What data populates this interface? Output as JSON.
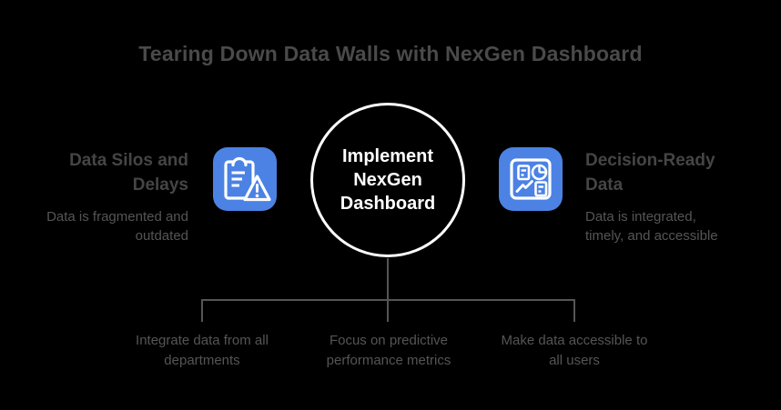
{
  "title": "Tearing Down Data Walls with NexGen Dashboard",
  "problem": {
    "heading": "Data Silos and Delays",
    "description": "Data is fragmented and outdated",
    "icon": "clipboard-alert-icon"
  },
  "solution": {
    "label": "Implement NexGen Dashboard"
  },
  "outcome": {
    "heading": "Decision-Ready Data",
    "description": "Data is integrated, timely, and accessible",
    "icon": "dashboard-report-icon"
  },
  "actions": [
    {
      "label": "Integrate data from all departments"
    },
    {
      "label": "Focus on predictive performance metrics"
    },
    {
      "label": "Make data accessible to all users"
    }
  ],
  "colors": {
    "background": "#000000",
    "title_text": "#4a4a4a",
    "heading_text": "#454545",
    "body_text": "#555555",
    "connector_line": "#555555",
    "icon_background": "#4b82e4",
    "icon_glyph": "#ffffff",
    "circle_fill": "#000000",
    "circle_border": "#ffffff",
    "circle_text": "#ffffff"
  }
}
